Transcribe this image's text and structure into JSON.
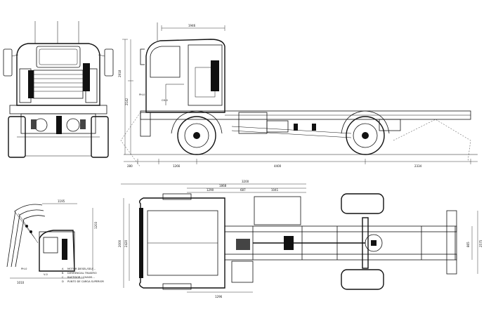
{
  "dimensions": {
    "side_top_width": "1946",
    "side_overall_height": "2918",
    "side_frame_height": "2142",
    "side_front_overhang": "280",
    "side_cab_to_axle": "1266",
    "side_wheelbase": "4400",
    "side_rear_overhang": "2334",
    "plan_top_a": "3200",
    "plan_top_b": "1868",
    "plan_top_c": "1290",
    "plan_top_d": "687",
    "plan_top_e": "1041",
    "plan_left_a": "2000",
    "plan_left_b": "2420",
    "plan_right_a": "2575",
    "plan_right_b": "865",
    "plan_bottom": "1296",
    "inset_top": "1195",
    "inset_right": "1203",
    "inset_bottom": "1010",
    "inset_small": "1"
  },
  "labels": {
    "side_ph_label": "PH-0",
    "side_cm_label": "CH-0",
    "inset_ph_label": "PH-0",
    "inset_v_label": "V-0"
  },
  "legend": [
    {
      "marker": "A",
      "text": "MOTOR DIESEL/SELF..."
    },
    {
      "marker": "B",
      "text": "DIFERENCIAL TRASERO"
    },
    {
      "marker": "C",
      "text": "BASTIDOR / CHASIS..."
    },
    {
      "marker": "D",
      "text": "PUNTO DE CARGA SUPERIOR"
    }
  ]
}
